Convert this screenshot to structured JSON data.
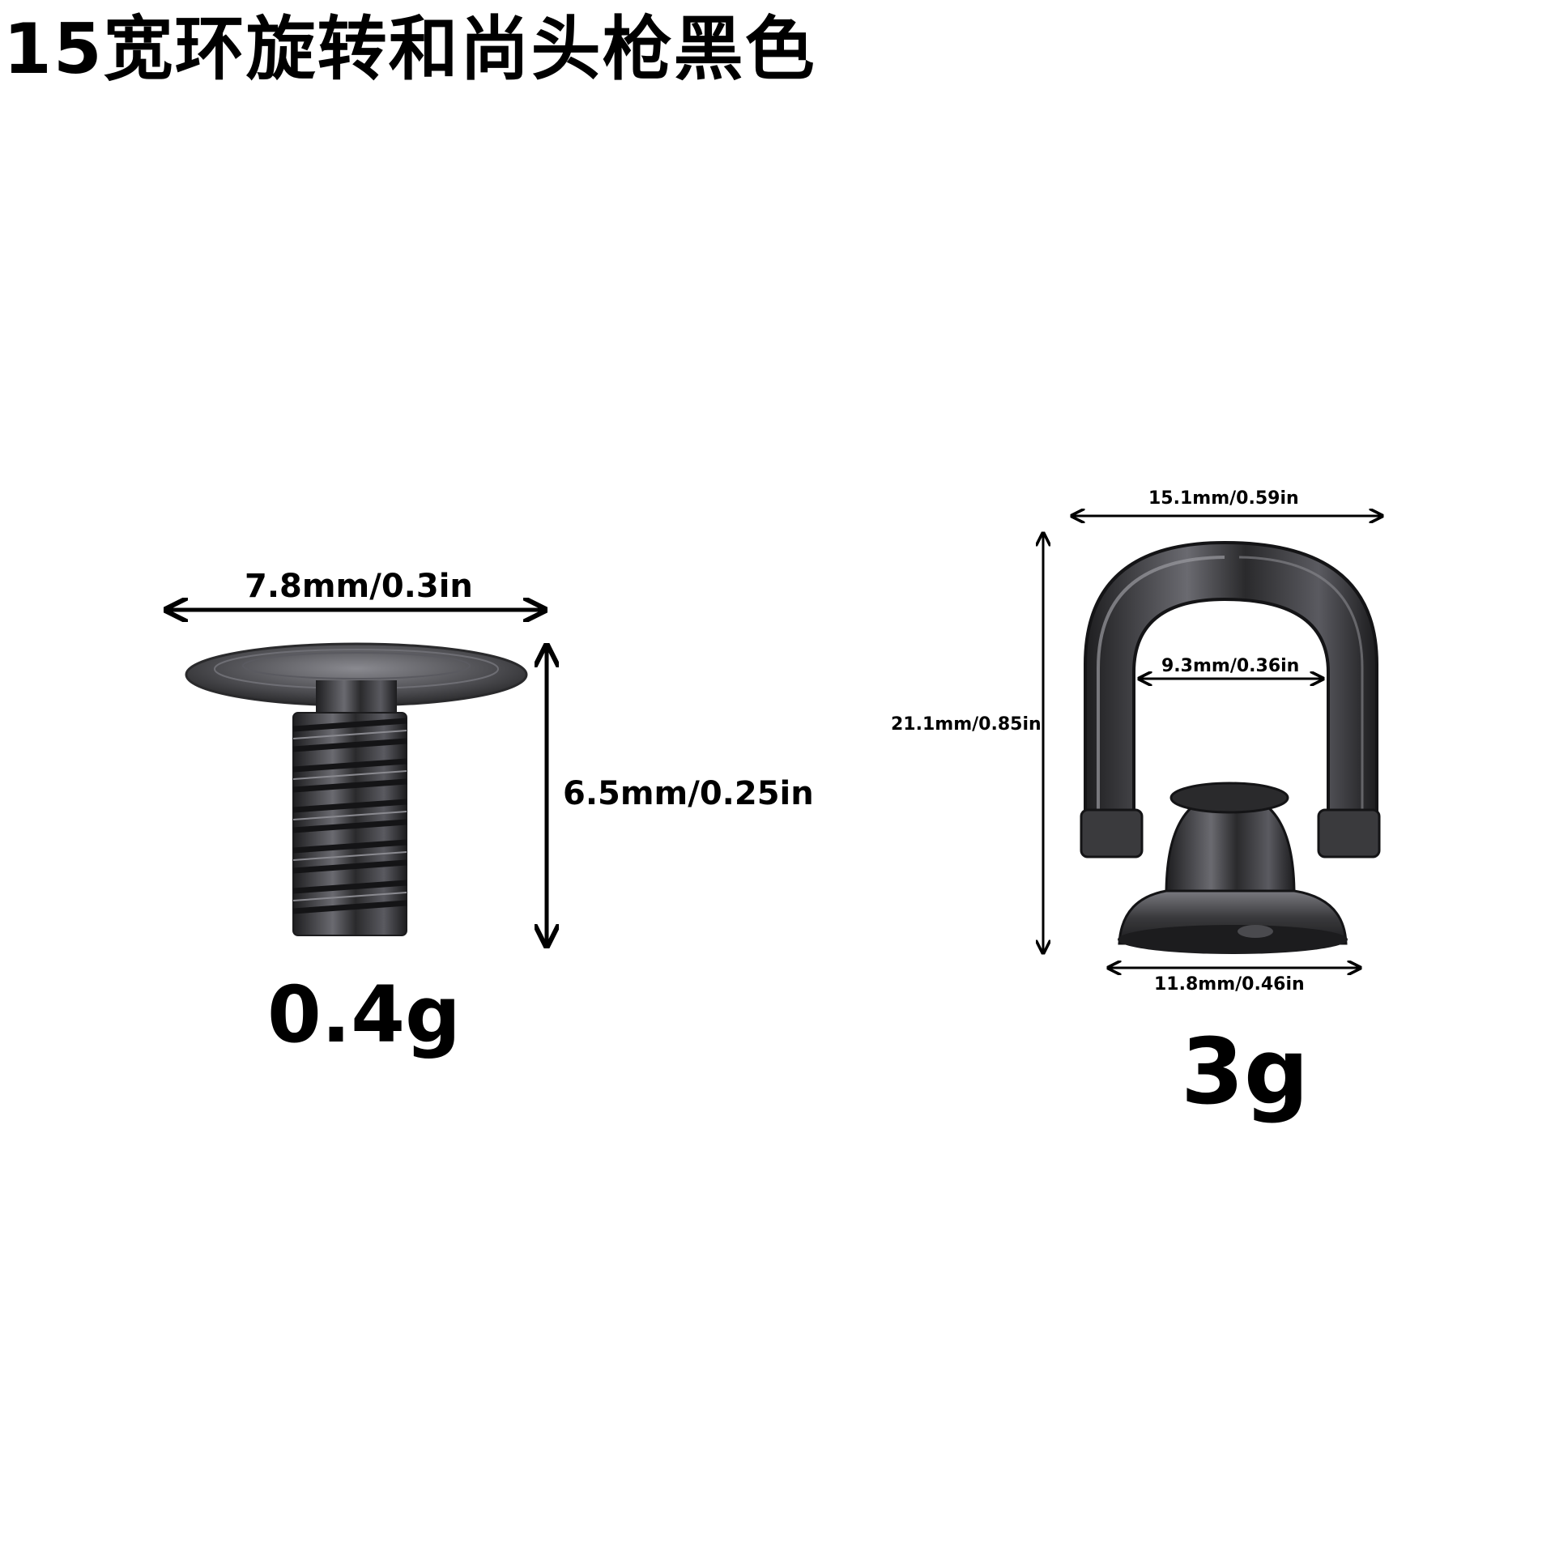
{
  "title": "15宽环旋转和尚头枪黑色",
  "screw": {
    "width_label": "7.8mm/0.3in",
    "height_label": "6.5mm/0.25in",
    "weight": "0.4g"
  },
  "ring": {
    "top_width_label": "15.1mm/0.59in",
    "height_label": "21.1mm/0.85in",
    "inner_width_label": "9.3mm/0.36in",
    "base_width_label": "11.8mm/0.46in",
    "weight": "3g"
  },
  "colors": {
    "metal_dark": "#2b2b2d",
    "metal_mid": "#55555a",
    "metal_light": "#9a9aa0"
  }
}
